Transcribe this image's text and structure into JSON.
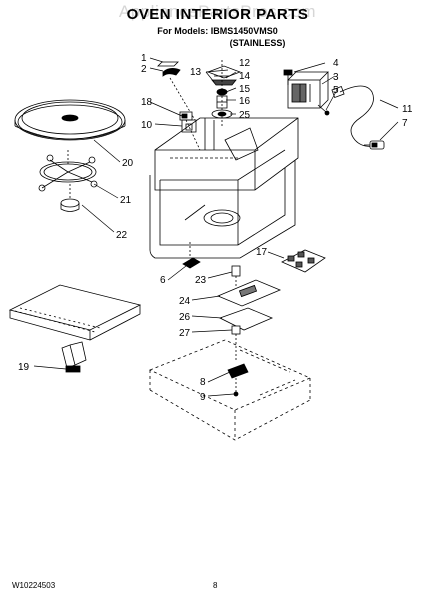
{
  "header": {
    "watermark": "AppliancePartsPros.com",
    "title": "OVEN INTERIOR PARTS",
    "models_line": "For Models: IBMS1450VMS0",
    "finish": "(STAINLESS)"
  },
  "callouts": [
    "1",
    "2",
    "3",
    "4",
    "5",
    "6",
    "7",
    "8",
    "9",
    "10",
    "11",
    "12",
    "13",
    "14",
    "15",
    "16",
    "17",
    "18",
    "19",
    "20",
    "21",
    "22",
    "23",
    "24",
    "25",
    "26",
    "27"
  ],
  "footer": {
    "doc_number": "W10224503",
    "page_number": "8"
  }
}
